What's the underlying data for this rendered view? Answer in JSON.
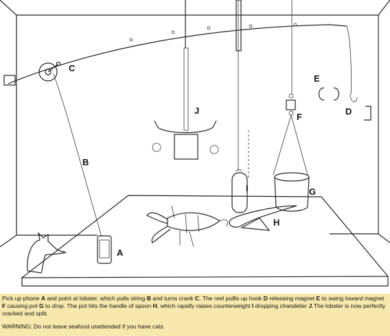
{
  "labels": {
    "a": "A",
    "b": "B",
    "c": "C",
    "d": "D",
    "e": "E",
    "f": "F",
    "g": "G",
    "h": "H",
    "i": "I",
    "j": "J"
  },
  "caption": {
    "t1": "Pick up phone ",
    "k1": "A",
    "t2": " and point at lobster, which pulls string ",
    "k2": "B",
    "t3": " and turns crank ",
    "k3": "C",
    "t4": ". The reel pullls up hook ",
    "k4": "D",
    "t5": " releasing magnet ",
    "k5": "E",
    "t6": " to swing toward magnet ",
    "k6": "F",
    "t7": " causing pot ",
    "k7": "G",
    "t8": " to drop. The pot hits the handle of spoon ",
    "k8": "H",
    "t9": ", which rapidly raises counterweight ",
    "k9": "I",
    "t10": " dropping chandelier ",
    "k10": "J",
    "t11": ".The lobster is now perfectly cracked and split.",
    "warning": "WARNING: Do not leave seafood unattended if you have cats."
  },
  "colors": {
    "caption_bg": "#f7e9ad",
    "line": "#222222"
  }
}
